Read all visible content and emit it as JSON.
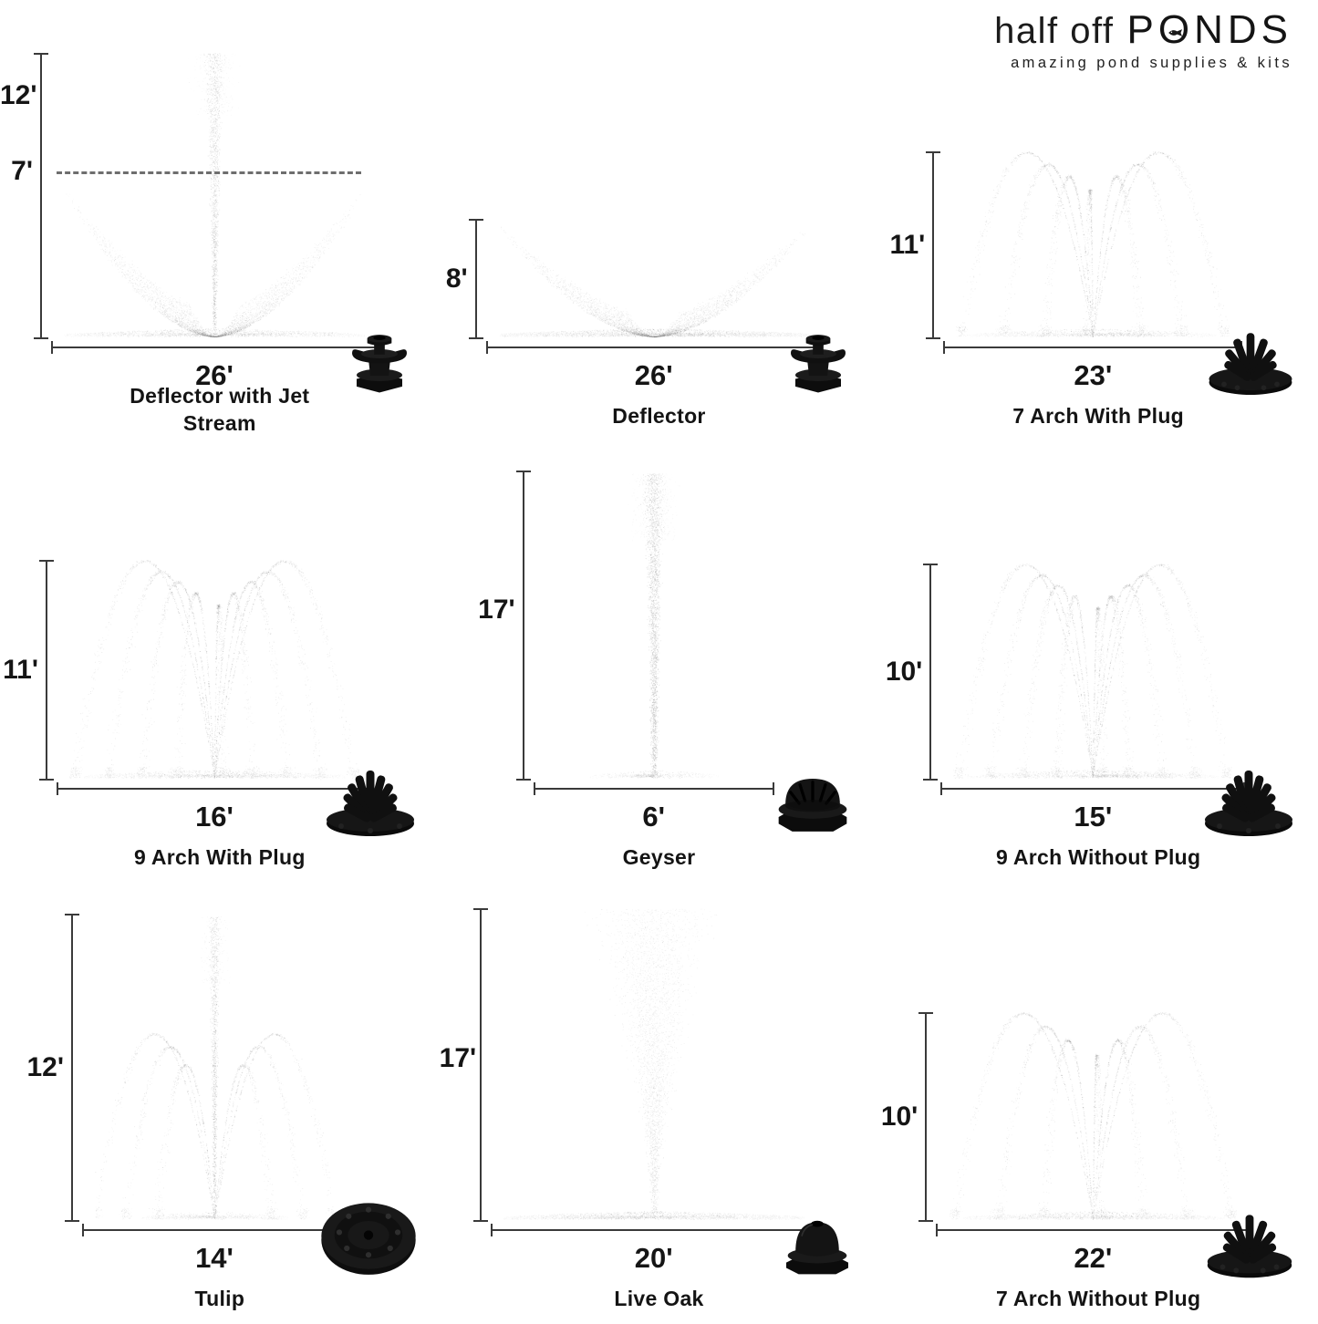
{
  "brand": {
    "prefix": "half off",
    "name_p": "P",
    "name_o": "O",
    "name_rest": "NDS",
    "tagline": "amazing pond supplies & kits",
    "fish_icon": "fish-icon"
  },
  "colors": {
    "background": "#ffffff",
    "text": "#161616",
    "spray": "#8a8a8a",
    "nozzle": "#111111",
    "measure_line": "#3a3a3a"
  },
  "fountains": [
    {
      "name": "Deflector with Jet Stream",
      "pattern": "deflector_jet",
      "nozzle": "deflector",
      "width": "26'",
      "heights": [
        "12'",
        "7'"
      ]
    },
    {
      "name": "Deflector",
      "pattern": "deflector",
      "nozzle": "deflector",
      "width": "26'",
      "heights": [
        "8'"
      ]
    },
    {
      "name": "7 Arch With Plug",
      "pattern": "arch7",
      "nozzle": "cluster7",
      "width": "23'",
      "heights": [
        "11'"
      ]
    },
    {
      "name": "9 Arch With Plug",
      "pattern": "arch9",
      "nozzle": "cluster9",
      "width": "16'",
      "heights": [
        "11'"
      ]
    },
    {
      "name": "Geyser",
      "pattern": "geyser",
      "nozzle": "geyser",
      "width": "6'",
      "heights": [
        "17'"
      ]
    },
    {
      "name": "9 Arch Without Plug",
      "pattern": "arch9",
      "nozzle": "cluster9",
      "width": "15'",
      "heights": [
        "10'"
      ]
    },
    {
      "name": "Tulip",
      "pattern": "tulip",
      "nozzle": "disc",
      "width": "14'",
      "heights": [
        "12'"
      ]
    },
    {
      "name": "Live Oak",
      "pattern": "liveoak",
      "nozzle": "dome",
      "width": "20'",
      "heights": [
        "17'"
      ]
    },
    {
      "name": "7 Arch Without Plug",
      "pattern": "arch7",
      "nozzle": "cluster7",
      "width": "22'",
      "heights": [
        "10'"
      ]
    }
  ]
}
